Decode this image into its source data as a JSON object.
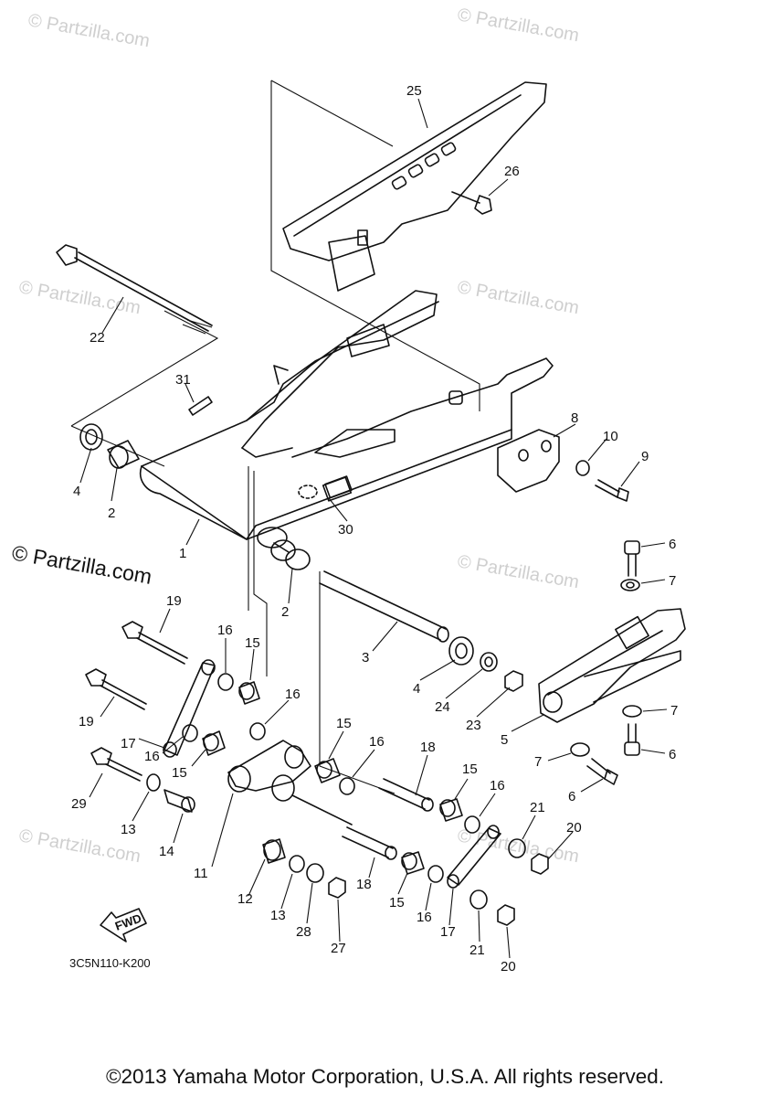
{
  "watermarks": {
    "small": "© Partzilla.com",
    "large": "© Partzilla.com"
  },
  "callouts": [
    "1",
    "2",
    "2",
    "3",
    "4",
    "4",
    "5",
    "6",
    "6",
    "6",
    "7",
    "7",
    "7",
    "8",
    "9",
    "10",
    "11",
    "12",
    "13",
    "13",
    "14",
    "15",
    "15",
    "15",
    "15",
    "15",
    "16",
    "16",
    "16",
    "16",
    "16",
    "17",
    "17",
    "18",
    "18",
    "19",
    "19",
    "20",
    "20",
    "21",
    "21",
    "22",
    "23",
    "24",
    "25",
    "26",
    "27",
    "28",
    "29",
    "30",
    "31"
  ],
  "diagram_code": "3C5N110-K200",
  "fwd_label": "FWD",
  "copyright": "©2013 Yamaha Motor Corporation, U.S.A. All rights reserved.",
  "colors": {
    "line": "#111111",
    "watermark": "#cfcfcf",
    "background": "#ffffff"
  }
}
